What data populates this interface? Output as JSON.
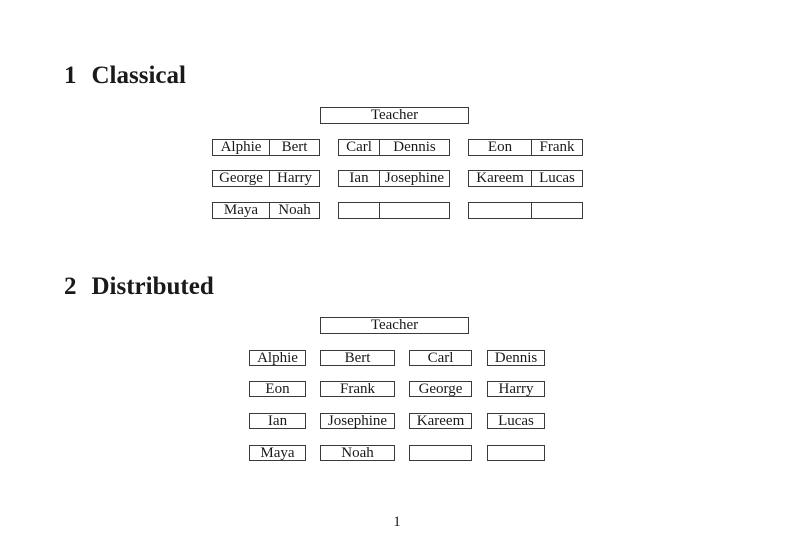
{
  "colors": {
    "background": "#ffffff",
    "border": "#3a3a3a",
    "text": "#1a1a1a"
  },
  "classical": {
    "section_number": "1",
    "section_title": "Classical",
    "teacher_label": "Teacher",
    "rows": [
      {
        "desks": [
          {
            "left": "Alphie",
            "right": "Bert"
          },
          {
            "left": "Carl",
            "right": "Dennis"
          },
          {
            "left": "Eon",
            "right": "Frank"
          }
        ]
      },
      {
        "desks": [
          {
            "left": "George",
            "right": "Harry"
          },
          {
            "left": "Ian",
            "right": "Josephine"
          },
          {
            "left": "Kareem",
            "right": "Lucas"
          }
        ]
      },
      {
        "desks": [
          {
            "left": "Maya",
            "right": "Noah"
          },
          {
            "left": "",
            "right": ""
          },
          {
            "left": "",
            "right": ""
          }
        ]
      }
    ]
  },
  "distributed": {
    "section_number": "2",
    "section_title": "Distributed",
    "teacher_label": "Teacher",
    "rows": [
      [
        "Alphie",
        "Bert",
        "Carl",
        "Dennis"
      ],
      [
        "Eon",
        "Frank",
        "George",
        "Harry"
      ],
      [
        "Ian",
        "Josephine",
        "Kareem",
        "Lucas"
      ],
      [
        "Maya",
        "Noah",
        "",
        ""
      ]
    ]
  },
  "page_number": "1"
}
